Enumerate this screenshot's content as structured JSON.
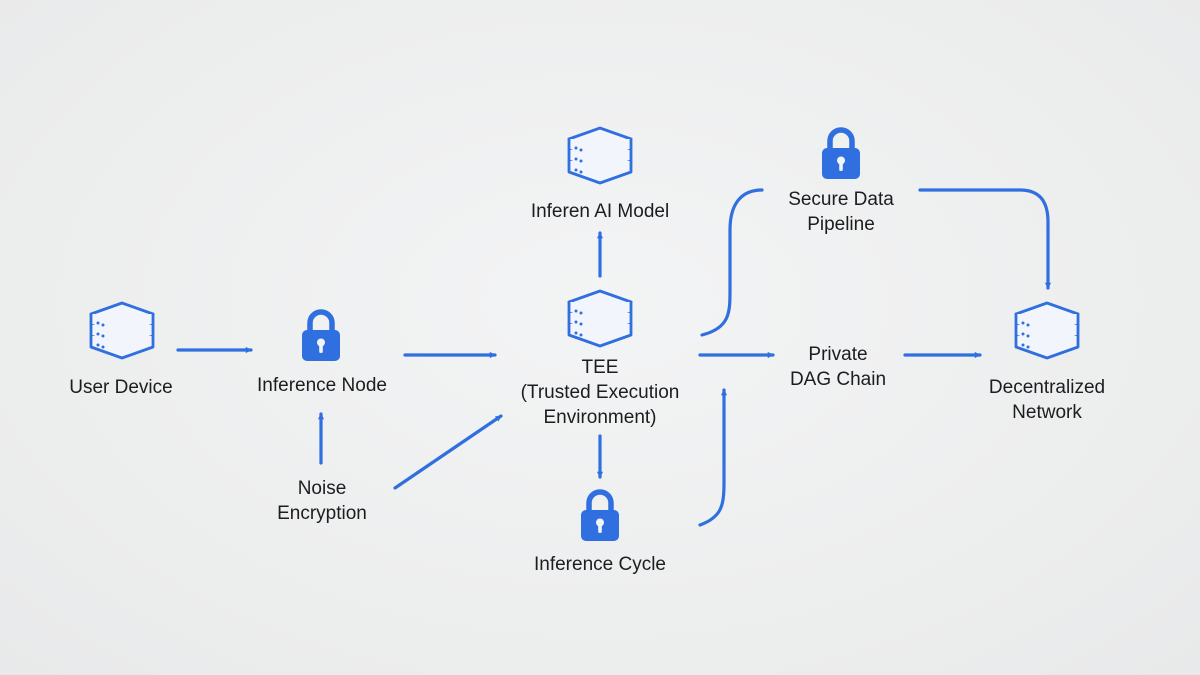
{
  "colors": {
    "accent": "#2f6fdf",
    "text": "#1b1d21",
    "background": "#eeeff0"
  },
  "nodes": {
    "user_device": {
      "icon": "server-icon",
      "lines": [
        "User Device"
      ]
    },
    "inference_node": {
      "icon": "lock-icon",
      "lines": [
        "Inference Node"
      ]
    },
    "noise_encryption": {
      "lines": [
        "Noise",
        "Encryption"
      ]
    },
    "tee": {
      "icon": "server-icon",
      "lines": [
        "TEE",
        "(Trusted Execution",
        "Environment)"
      ]
    },
    "ai_model": {
      "icon": "server-icon",
      "lines": [
        "Inferen AI Model"
      ]
    },
    "inference_cycle": {
      "icon": "lock-icon",
      "lines": [
        "Inference Cycle"
      ]
    },
    "secure_pipeline": {
      "icon": "lock-icon",
      "lines": [
        "Secure Data",
        "Pipeline"
      ]
    },
    "dag_chain": {
      "lines": [
        "Private",
        "DAG Chain"
      ]
    },
    "decentralized_network": {
      "icon": "server-icon",
      "lines": [
        "Decentralized",
        "Network"
      ]
    }
  },
  "edges": [
    {
      "from": "User Device",
      "to": "Inference Node"
    },
    {
      "from": "Noise Encryption",
      "to": "Inference Node"
    },
    {
      "from": "Inference Node",
      "to": "TEE"
    },
    {
      "from": "Noise Encryption",
      "to": "TEE"
    },
    {
      "from": "TEE",
      "to": "Inferen AI Model"
    },
    {
      "from": "TEE",
      "to": "Inference Cycle"
    },
    {
      "from": "TEE",
      "to": "Secure Data Pipeline"
    },
    {
      "from": "TEE",
      "to": "Private DAG Chain"
    },
    {
      "from": "Inference Cycle",
      "to": "Private DAG Chain"
    },
    {
      "from": "Private DAG Chain",
      "to": "Decentralized Network"
    },
    {
      "from": "Secure Data Pipeline",
      "to": "Decentralized Network"
    }
  ]
}
